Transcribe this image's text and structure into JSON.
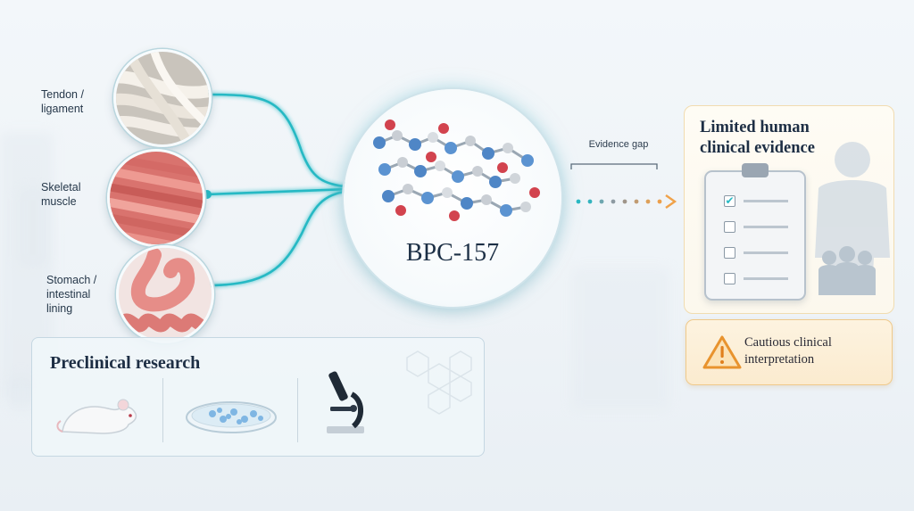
{
  "tissues": [
    {
      "label_line1": "Tendon /",
      "label_line2": "ligament",
      "icon": "tendon-fibers-image"
    },
    {
      "label_line1": "Skeletal",
      "label_line2": "muscle",
      "icon": "muscle-fibers-image"
    },
    {
      "label_line1": "Stomach /",
      "label_line2": "intestinal",
      "label_line3": "lining",
      "icon": "stomach-intestine-image"
    }
  ],
  "center": {
    "label": "BPC-157",
    "icon": "peptide-molecule"
  },
  "evidence_gap": {
    "label": "Evidence gap"
  },
  "clinical": {
    "title_line1": "Limited human",
    "title_line2": "clinical evidence",
    "icon": "clipboard-checklist-icon"
  },
  "caution": {
    "line1": "Cautious clinical",
    "line2": "interpretation",
    "icon": "warning-icon"
  },
  "preclinical": {
    "title": "Preclinical research",
    "icons": [
      "rat-icon",
      "petri-dish-icon",
      "microscope-icon"
    ]
  },
  "colors": {
    "teal": "#27b9c4",
    "orange": "#f0a24a",
    "navy": "#1d2e44"
  }
}
